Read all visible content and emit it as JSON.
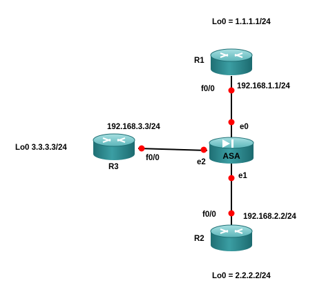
{
  "diagram": {
    "colors": {
      "port": "#ff0000",
      "device_body": "#2f8f95",
      "device_top": "#7fc9cc",
      "link": "#000000",
      "text": "#000000"
    },
    "devices": {
      "r1": {
        "name": "R1",
        "icon": "router-icon",
        "loopback": "Lo0 = 1.1.1.1/24"
      },
      "r2": {
        "name": "R2",
        "icon": "router-icon",
        "loopback": "Lo0 = 2.2.2.2/24"
      },
      "r3": {
        "name": "R3",
        "icon": "router-icon",
        "loopback": "Lo0 3.3.3.3/24"
      },
      "asa": {
        "name": "ASA",
        "icon": "firewall-icon"
      }
    },
    "links": {
      "r1_asa": {
        "subnet": "192.168.1.1/24",
        "r1_port": "f0/0",
        "asa_port": "e0"
      },
      "r3_asa": {
        "subnet": "192.168.3.3/24",
        "r3_port": "f0/0",
        "asa_port": "e2"
      },
      "asa_r2": {
        "subnet": "192.168.2.2/24",
        "asa_port": "e1",
        "r2_port": "f0/0"
      }
    }
  }
}
